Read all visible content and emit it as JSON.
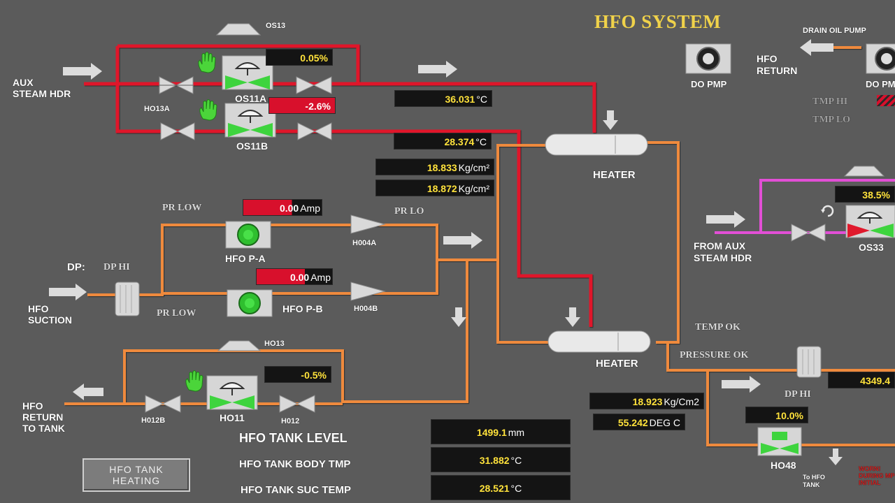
{
  "title": "HFO SYSTEM",
  "labels": {
    "aux_steam_hdr": "AUX\nSTEAM HDR",
    "os13": "OS13",
    "os11a": "OS11A",
    "os11b": "OS11B",
    "ho13a": "HO13A",
    "heater_top": "HEATER",
    "heater_bottom": "HEATER",
    "pr_low_top": "PR LOW",
    "pr_lo": "PR LO",
    "hfo_pa": "HFO P-A",
    "h004a": "H004A",
    "dp": "DP:",
    "dp_hi_left": "DP HI",
    "hfo_suction": "HFO\nSUCTION",
    "pr_low_bottom": "PR LOW",
    "hfo_pb": "HFO P-B",
    "h004b": "H004B",
    "ho13": "HO13",
    "hfo_return_tank": "HFO\nRETURN\nTO TANK",
    "h012b": "H012B",
    "ho11": "HO11",
    "h012": "H012",
    "hfo_tank_level": "HFO TANK LEVEL",
    "hfo_tank_body_tmp": "HFO TANK BODY TMP",
    "hfo_tank_suc_temp": "HFO TANK SUC TEMP",
    "drain_oil_pump": "DRAIN OIL PUMP",
    "hfo_return": "HFO\nRETURN",
    "do_pmp": "DO PMP",
    "do_pmp2": "DO PM",
    "tmp_hi": "TMP HI",
    "tmp_lo": "TMP LO",
    "from_aux_steam_hdr": "FROM AUX\nSTEAM HDR",
    "os33": "OS33",
    "temp_ok": "TEMP OK",
    "pressure_ok": "PRESSURE OK",
    "dp_hi_right": "DP HI",
    "ho48": "HO48",
    "to_hfo_tank": "To HFO\nTANK",
    "red_note": "WORN!\nDURING MP\nINITIAL"
  },
  "readings": {
    "os11a_pos": "0.05%",
    "os11b_pos": "-2.6%",
    "temp1": {
      "value": "36.031",
      "unit": "°C"
    },
    "temp2": {
      "value": "28.374",
      "unit": "°C"
    },
    "press1": {
      "value": "18.833",
      "unit": "Kg/cm²"
    },
    "press2": {
      "value": "18.872",
      "unit": "Kg/cm²"
    },
    "pa_amp": {
      "value": "0.00",
      "unit": "Amp"
    },
    "pb_amp": {
      "value": "0.00",
      "unit": "Amp"
    },
    "ho11_pos": "-0.5%",
    "tank_level": {
      "value": "1499.1",
      "unit": "mm"
    },
    "tank_body_tmp": {
      "value": "31.882",
      "unit": "°C"
    },
    "tank_suc_temp": {
      "value": "28.521",
      "unit": "°C"
    },
    "press3": {
      "value": "18.923",
      "unit": "Kg/Cm2"
    },
    "temp3": {
      "value": "55.242",
      "unit": "DEG C"
    },
    "os33_pos": "38.5%",
    "flow": "4349.4",
    "ho48_pos": "10.0%"
  },
  "buttons": {
    "tank_heating": "HFO TANK\nHEATING"
  },
  "colors": {
    "steam_pipe": "#e0192c",
    "oil_pipe": "#ef8a3e",
    "aux_pipe": "#e24fd6",
    "value_yellow": "#ffe23b",
    "alarm_red": "#d8102c",
    "valve_open": "#3ed43e",
    "title": "#f0d24a"
  }
}
